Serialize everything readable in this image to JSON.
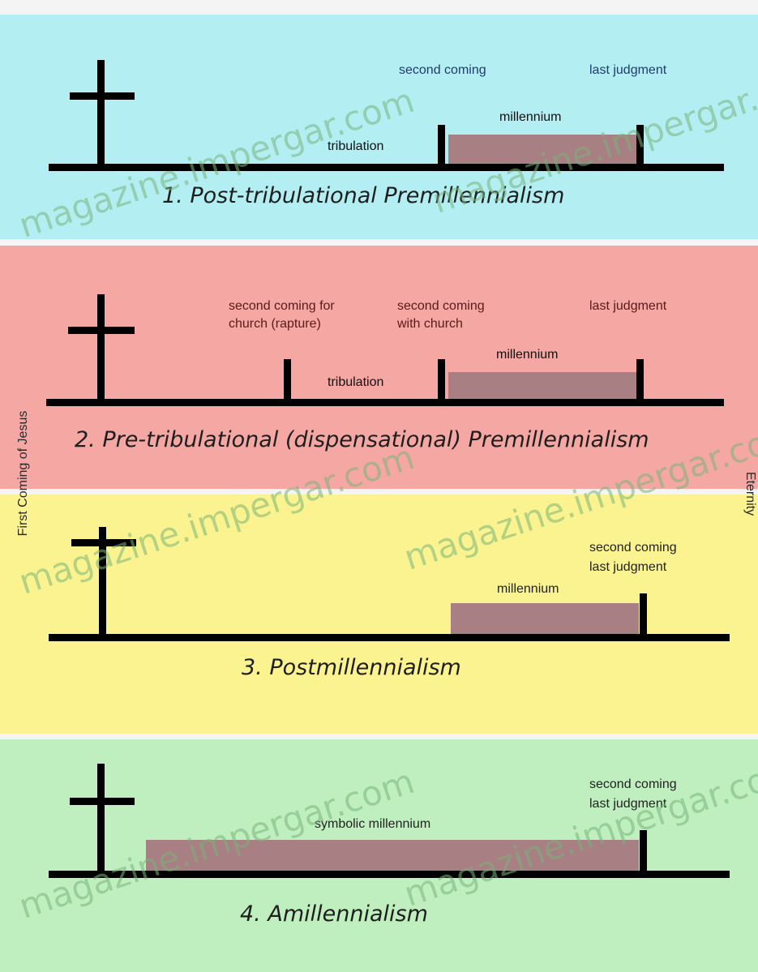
{
  "side_labels": {
    "left": "First Coming of Jesus",
    "right": "Eternity"
  },
  "watermark": "magazine.impergar.com",
  "colors": {
    "panel1": "#b3eef3",
    "panel2": "#f4a7a3",
    "panel3": "#fbf38f",
    "panel4": "#bfefbe",
    "millennium": "#a87f83",
    "line": "#000000"
  },
  "panels": [
    {
      "title": "1. Post-tribulational Premillennialism",
      "labels": {
        "second_coming": "second coming",
        "last_judgment": "last judgment",
        "millennium": "millennium",
        "tribulation": "tribulation"
      }
    },
    {
      "title": "2. Pre-tribulational (dispensational) Premillennialism",
      "labels": {
        "rapture_line1": "second coming for",
        "rapture_line2": "church (rapture)",
        "with_church_line1": "second coming",
        "with_church_line2": "with church",
        "last_judgment": "last judgment",
        "millennium": "millennium",
        "tribulation": "tribulation"
      }
    },
    {
      "title": "3. Postmillennialism",
      "labels": {
        "second_coming": "second coming",
        "last_judgment": "last judgment",
        "millennium": "millennium"
      }
    },
    {
      "title": "4. Amillennialism",
      "labels": {
        "second_coming": "second coming",
        "last_judgment": "last judgment",
        "millennium": "symbolic millennium"
      }
    }
  ]
}
